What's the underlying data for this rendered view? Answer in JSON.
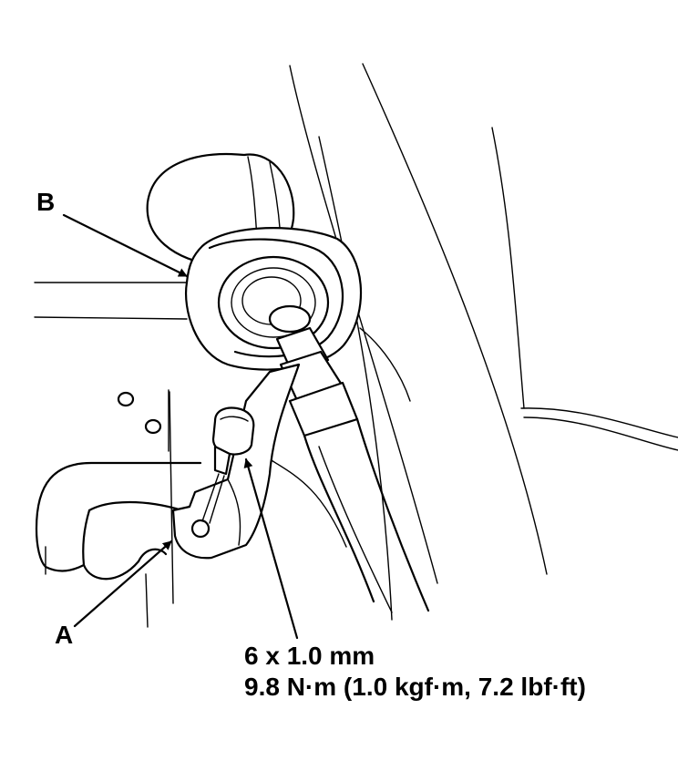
{
  "callouts": {
    "bracket_label": "A",
    "cap_label": "B"
  },
  "bolt_spec": {
    "size": "6 x 1.0 mm",
    "torque": "9.8 N·m (1.0 kgf·m, 7.2 lbf·ft)"
  }
}
